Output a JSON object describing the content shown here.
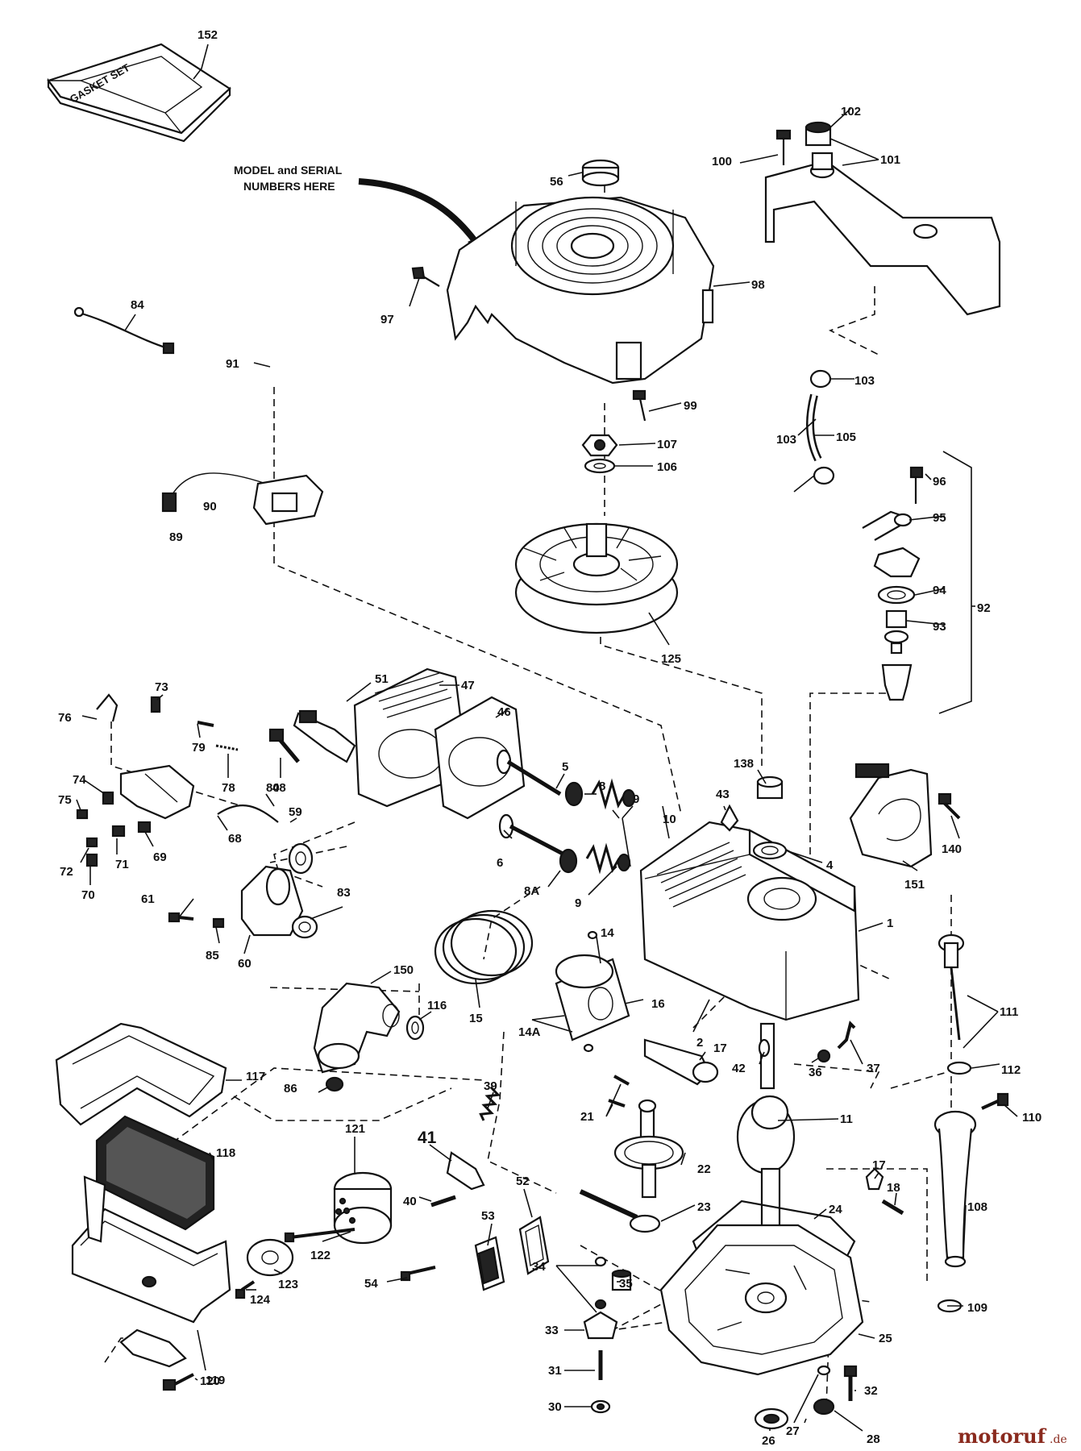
{
  "gasket_set_text": "GASKET SET",
  "model_note_line1": "MODEL and SERIAL",
  "model_note_line2": "NUMBERS HERE",
  "watermark_main": "motoruf",
  "watermark_suffix": ".de",
  "labels": {
    "l152": "152",
    "l56": "56",
    "l102": "102",
    "l101": "101",
    "l100": "100",
    "l98": "98",
    "l97": "97",
    "l84": "84",
    "l91": "91",
    "l99": "99",
    "l107": "107",
    "l106": "106",
    "l103a": "103",
    "l103b": "103",
    "l105": "105",
    "l90": "90",
    "l89": "89",
    "l96": "96",
    "l95": "95",
    "l94": "94",
    "l93": "93",
    "l92": "92",
    "l125": "125",
    "l76": "76",
    "l73": "73",
    "l51": "51",
    "l47": "47",
    "l48": "48",
    "l46": "46",
    "l79": "79",
    "l78": "78",
    "l74": "74",
    "l75": "75",
    "l80": "80",
    "l68": "68",
    "l59": "59",
    "l72": "72",
    "l71": "71",
    "l69": "69",
    "l70": "70",
    "l5": "5",
    "l8": "8",
    "l9a": "9",
    "l10": "10",
    "l138": "138",
    "l43": "43",
    "l140": "140",
    "l151": "151",
    "l6": "6",
    "l4": "4",
    "l8A": "8A",
    "l9b": "9",
    "l61": "61",
    "l83": "83",
    "l85": "85",
    "l60": "60",
    "l14": "14",
    "l1": "1",
    "l150": "150",
    "l116": "116",
    "l15": "15",
    "l16": "16",
    "l111": "111",
    "l14A": "14A",
    "l2": "2",
    "l17a": "17",
    "l37": "37",
    "l117": "117",
    "l86": "86",
    "l42": "42",
    "l36": "36",
    "l112": "112",
    "l39": "39",
    "l21": "21",
    "l11": "11",
    "l110": "110",
    "l118": "118",
    "l121": "121",
    "l41": "41",
    "l22": "22",
    "l17b": "17",
    "l18": "18",
    "l52": "52",
    "l40": "40",
    "l53": "53",
    "l23": "23",
    "l24": "24",
    "l108": "108",
    "l122": "122",
    "l123": "123",
    "l124": "124",
    "l54": "54",
    "l34": "34",
    "l35": "35",
    "l109": "109",
    "l33": "33",
    "l25": "25",
    "l119": "119",
    "l31": "31",
    "l32": "32",
    "l120": "120",
    "l30": "30",
    "l27": "27",
    "l26": "26",
    "l28": "28"
  }
}
